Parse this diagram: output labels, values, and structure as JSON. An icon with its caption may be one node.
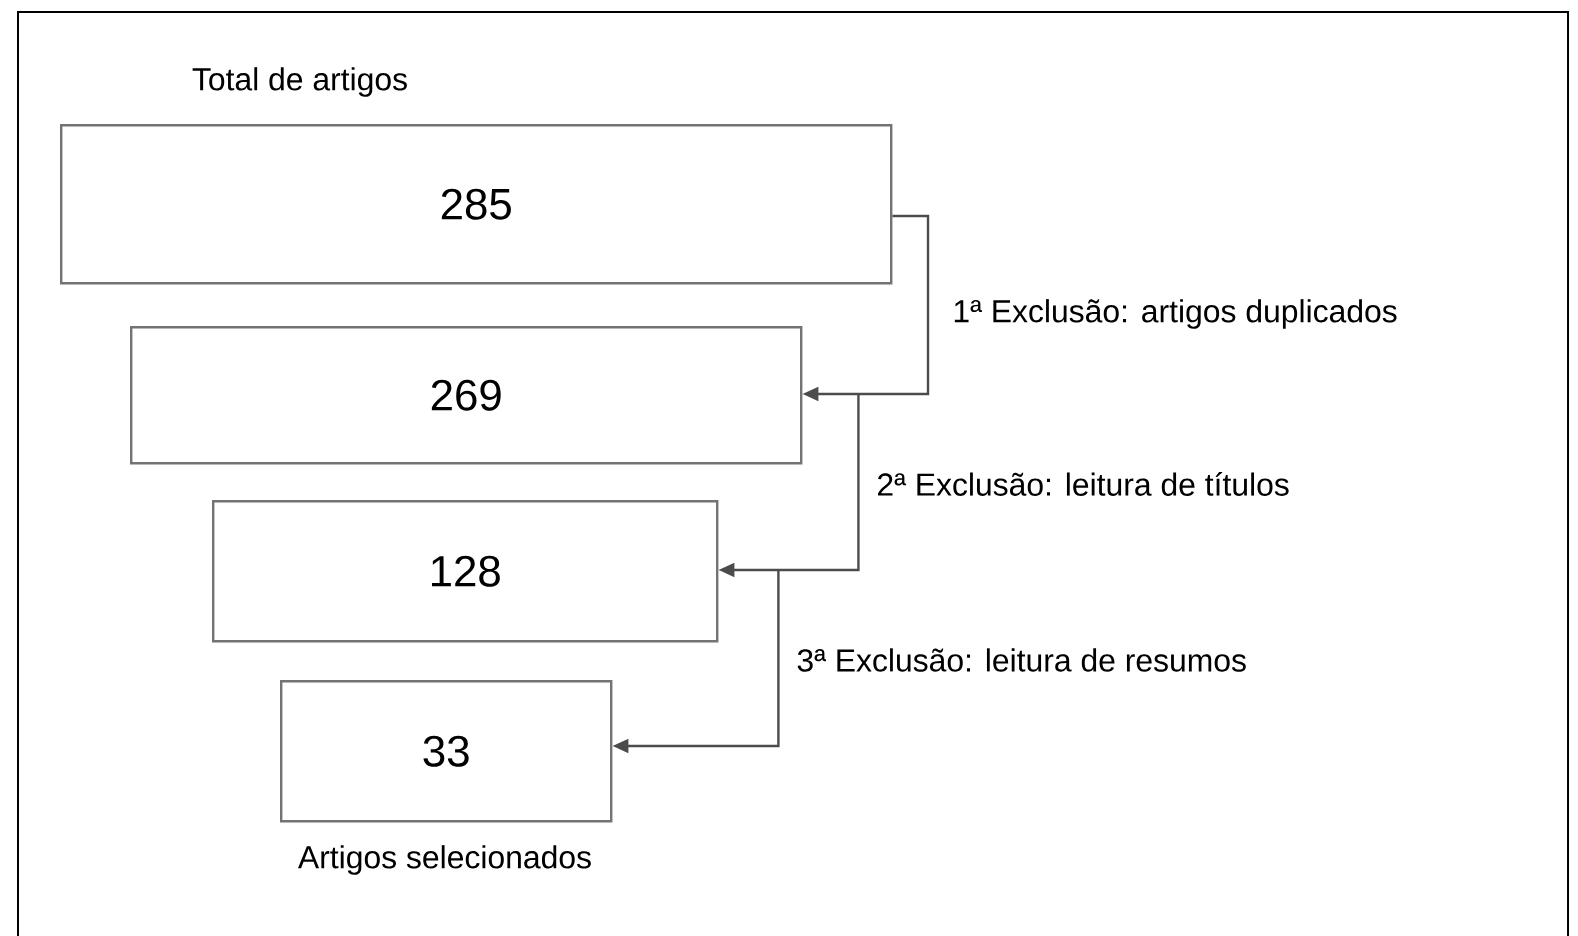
{
  "diagram": {
    "nodes": [
      {
        "text": [
          "Total de artigos",
          "285"
        ]
      },
      {
        "text": [
          "269"
        ]
      },
      {
        "text": [
          "128"
        ]
      },
      {
        "text": [
          "33",
          "Artigos selecionados"
        ]
      }
    ],
    "edges": [
      {
        "from": 0,
        "to": 1,
        "arrow": "to",
        "label": "1ª Exclusão: artigos duplicados"
      },
      {
        "from": 1,
        "to": 2,
        "arrow": "to",
        "label": "2ª Exclusão: leitura de títulos"
      },
      {
        "from": 2,
        "to": 3,
        "arrow": "to",
        "label": "3ª Exclusão: leitura de resumos"
      }
    ]
  }
}
